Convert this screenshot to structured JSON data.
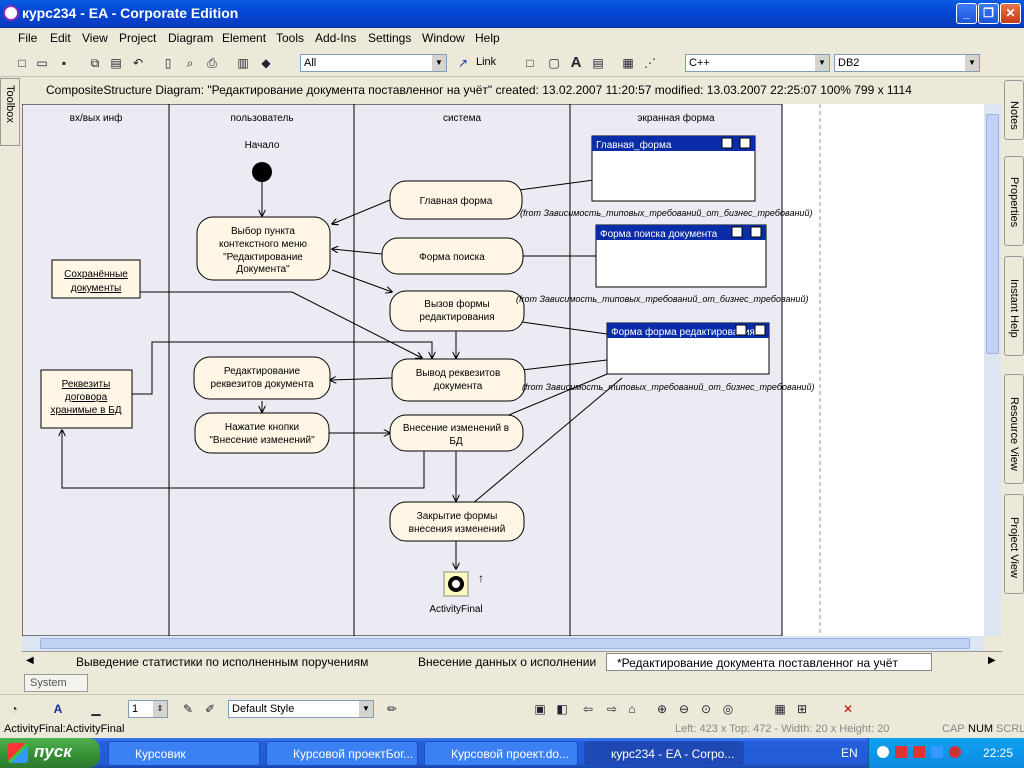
{
  "window": {
    "title": "курс234 - EA - Corporate Edition",
    "min": "_",
    "max": "❐",
    "close": "✕"
  },
  "menu": [
    "File",
    "Edit",
    "View",
    "Project",
    "Diagram",
    "Element",
    "Tools",
    "Add-Ins",
    "Settings",
    "Window",
    "Help"
  ],
  "toolbar": {
    "filter": "All",
    "link": "Link",
    "lang": "C++",
    "db": "DB2"
  },
  "diagram_header": "CompositeStructure Diagram: \"Редактирование документа поставленног на учёт\"  created: 13.02.2007 11:20:57  modified: 13.03.2007 22:25:07  100%  799 x 1114",
  "lanes": [
    "вх/вых инф",
    "пользователь",
    "система",
    "экранная форма"
  ],
  "nodes": {
    "start_label": "Начало",
    "main_form": "Главная форма",
    "select_item": "Выбор пункта контекстного меню \"Редактирование Документа\"",
    "search_form": "Форма поиска",
    "saved_docs": "Сохранённые документы",
    "call_edit": "Вызов формы редактирования",
    "requisites": "Реквезиты договора хранимые в БД",
    "edit_req": "Редактирование реквезитов документа",
    "output_req": "Вывод реквезитов документа",
    "press_btn": "Нажатие кнопки \"Внесение изменений\"",
    "apply_db": "Внесение изменений в БД",
    "close_form": "Закрытие формы внесения изменений",
    "final_label": "ActivityFinal"
  },
  "forms": {
    "main": "Главная_форма",
    "search": "Форма поиска документа",
    "edit": "Форма форма редактирования"
  },
  "notes": [
    "(from Зависимость_типовых_требований_от_бизнес_требований)",
    "(from Зависимость_типовых_требований_от_бизнес_требований)",
    "(from Зависимость_типовых_требований_от_бизнес_требований)"
  ],
  "right_tabs": [
    "Notes",
    "Properties",
    "Instant Help",
    "Resource View",
    "Project View"
  ],
  "left_tab": "Toolbox",
  "tabs": [
    "Выведение статистики по исполненным поручениям",
    "Внесение данных о исполнении",
    "*Редактирование документа поставленног на учёт"
  ],
  "system_tab": "System",
  "bottom": {
    "zoom": "1",
    "style": "Default Style"
  },
  "status": {
    "left": "ActivityFinal:ActivityFinal",
    "pos": "Left:  423 x Top:  472 - Width:  20 x Height:  20",
    "caps": "CAP",
    "num": "NUM",
    "scrl": "SCRL"
  },
  "taskbar": {
    "start": "пуск",
    "items": [
      "Курсовик",
      "Курсовой проектБог...",
      "Курсовой проект.do...",
      "курс234 - EA - Corpo..."
    ],
    "lang": "EN",
    "time": "22:25"
  }
}
